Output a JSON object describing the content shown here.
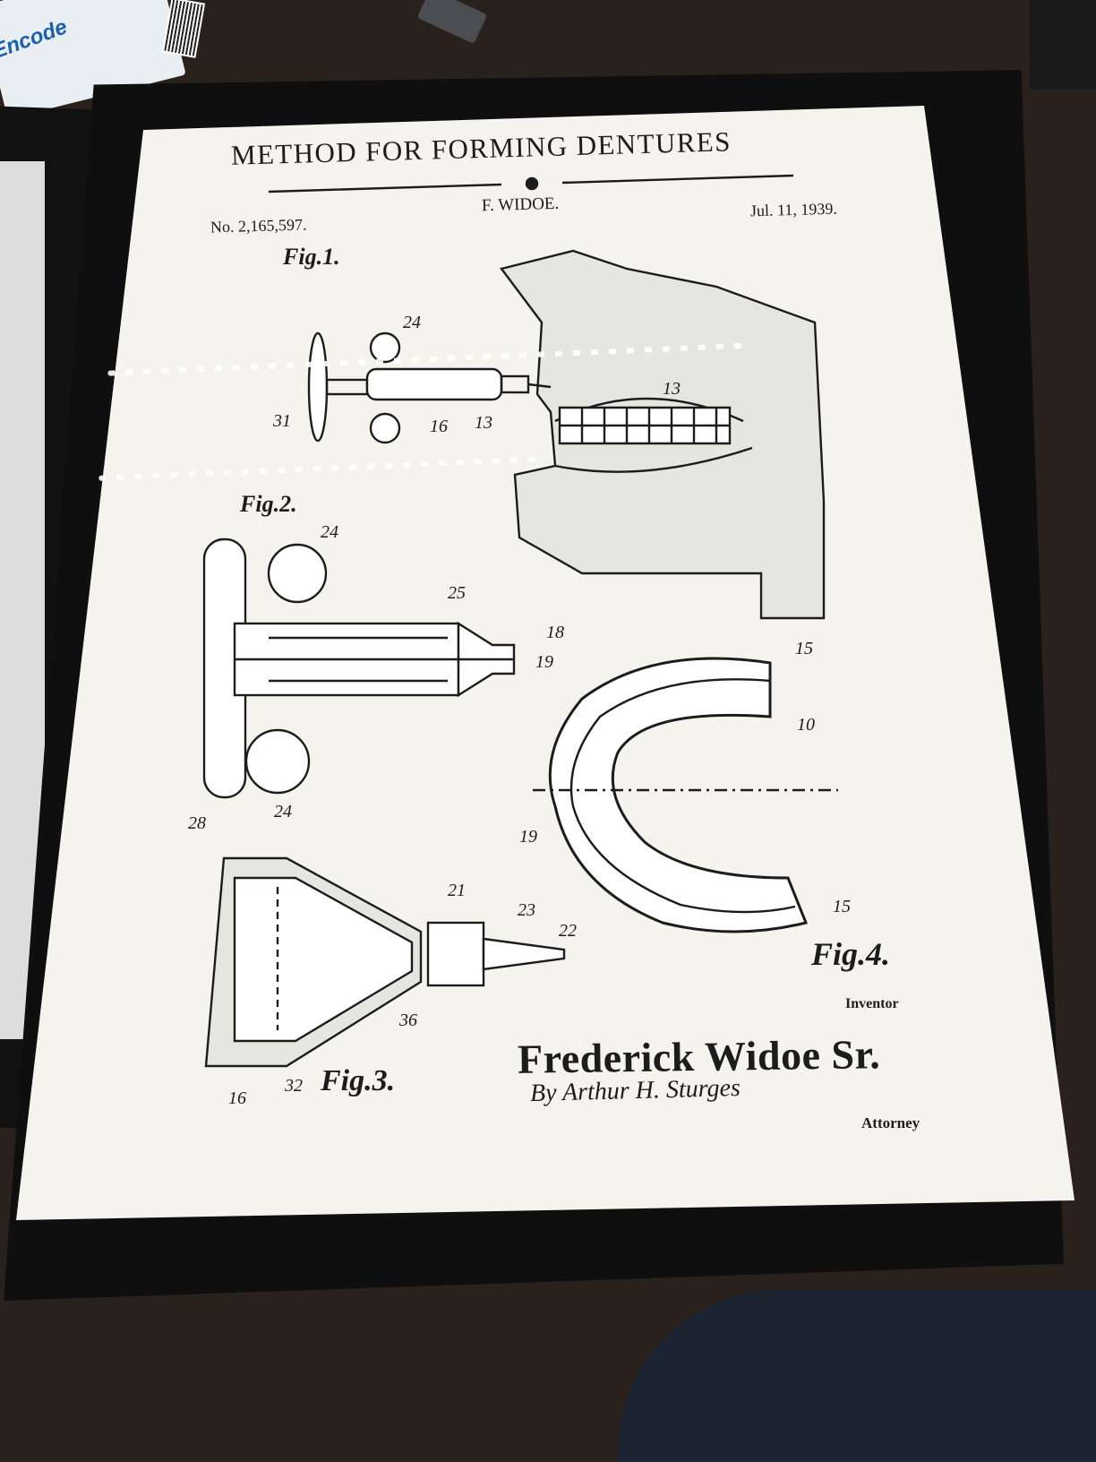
{
  "patent": {
    "title": "METHOD FOR FORMING DENTURES",
    "inventor_header": "F. WIDOE.",
    "number": "No. 2,165,597.",
    "date": "Jul. 11, 1939.",
    "figures": [
      "Fig.1.",
      "Fig.2.",
      "Fig.3.",
      "Fig.4."
    ],
    "inventor_label": "Inventor",
    "inventor_name": "Frederick Widoe Sr.",
    "attorney_signature": "By Arthur H. Sturges",
    "attorney_label": "Attorney"
  },
  "colors": {
    "frame": "#0f0f0f",
    "paper": "#f4f3ee",
    "ink": "#1c1c1c",
    "table": "#2b211c"
  }
}
